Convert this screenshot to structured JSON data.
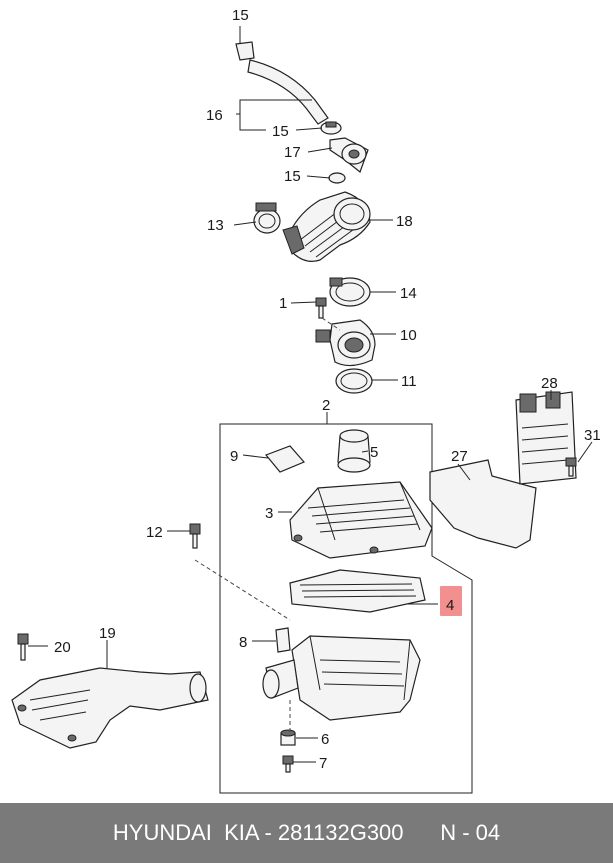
{
  "callouts": [
    {
      "id": "c15a",
      "text": "15"
    },
    {
      "id": "c16",
      "text": "16"
    },
    {
      "id": "c15b",
      "text": "15"
    },
    {
      "id": "c17",
      "text": "17"
    },
    {
      "id": "c15c",
      "text": "15"
    },
    {
      "id": "c13",
      "text": "13"
    },
    {
      "id": "c18",
      "text": "18"
    },
    {
      "id": "c1",
      "text": "1"
    },
    {
      "id": "c14",
      "text": "14"
    },
    {
      "id": "c10",
      "text": "10"
    },
    {
      "id": "c11",
      "text": "11"
    },
    {
      "id": "c2",
      "text": "2"
    },
    {
      "id": "c28",
      "text": "28"
    },
    {
      "id": "c9",
      "text": "9"
    },
    {
      "id": "c5",
      "text": "5"
    },
    {
      "id": "c31",
      "text": "31"
    },
    {
      "id": "c27",
      "text": "27"
    },
    {
      "id": "c3",
      "text": "3"
    },
    {
      "id": "c12",
      "text": "12"
    },
    {
      "id": "c4",
      "text": "4"
    },
    {
      "id": "c8",
      "text": "8"
    },
    {
      "id": "c20",
      "text": "20"
    },
    {
      "id": "c19",
      "text": "19"
    },
    {
      "id": "c6",
      "text": "6"
    },
    {
      "id": "c7",
      "text": "7"
    }
  ],
  "highlight": {
    "text": "4",
    "color": "#f28f8f"
  },
  "footer": {
    "text": "HYUNDAI  KIA - 281132G300      N - 04",
    "background": "#7a7a7a"
  }
}
